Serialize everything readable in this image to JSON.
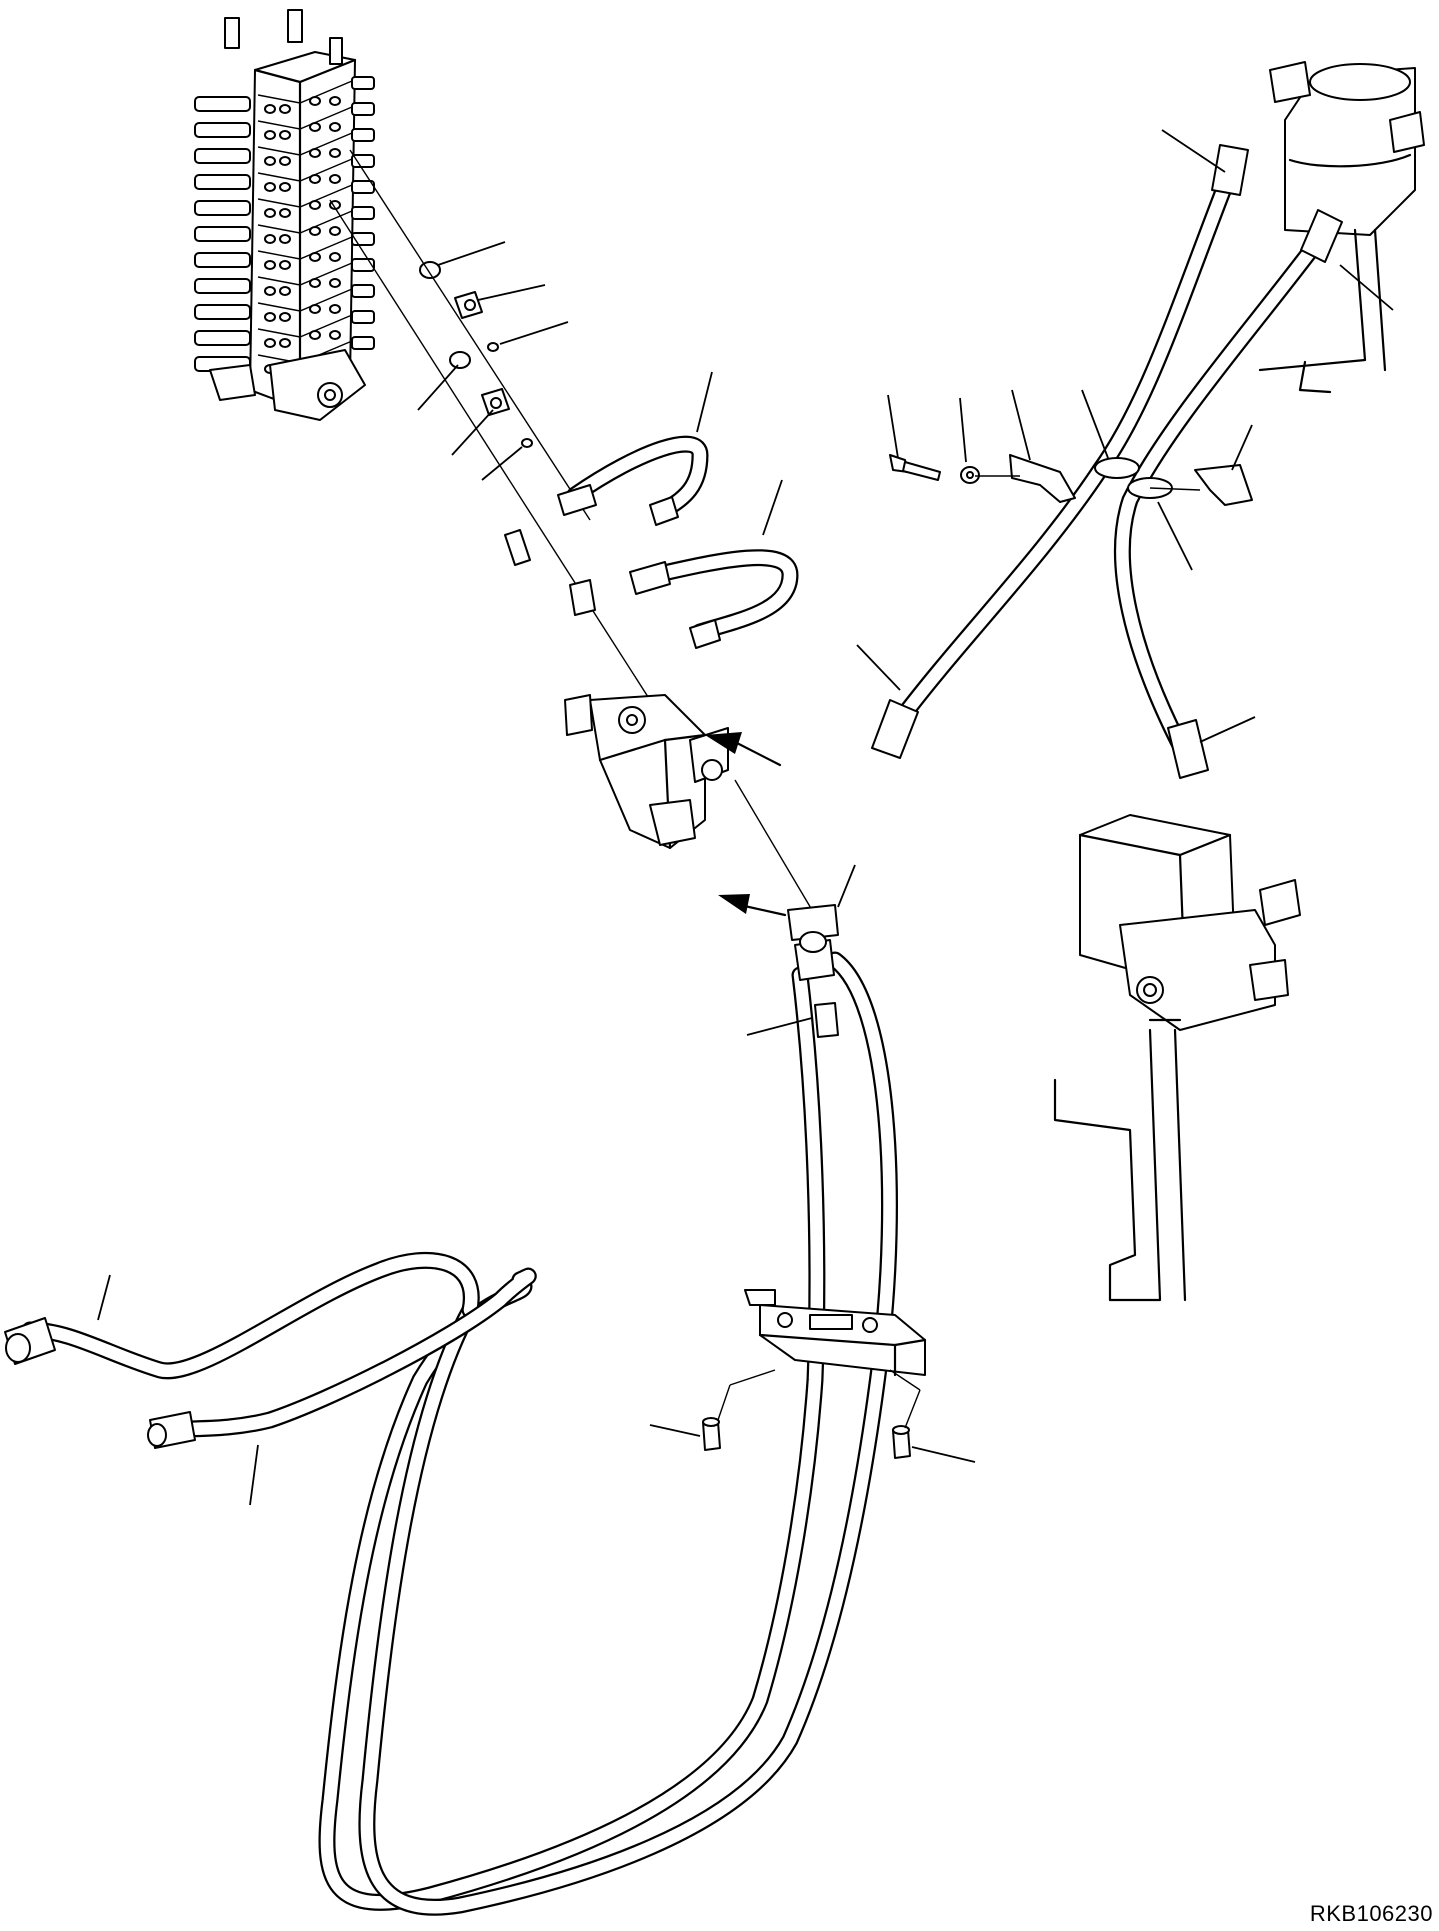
{
  "diagram": {
    "reference_code": "RKB106230",
    "components": [
      {
        "id": "control-valve",
        "icon": "control-valve-stack-icon"
      },
      {
        "id": "attachment-valve",
        "icon": "selector-valve-icon"
      },
      {
        "id": "accumulator",
        "icon": "accumulator-icon"
      },
      {
        "id": "pedal-valve",
        "icon": "pedal-valve-icon"
      },
      {
        "id": "hose-clamp-block",
        "icon": "clamp-block-icon"
      }
    ]
  }
}
